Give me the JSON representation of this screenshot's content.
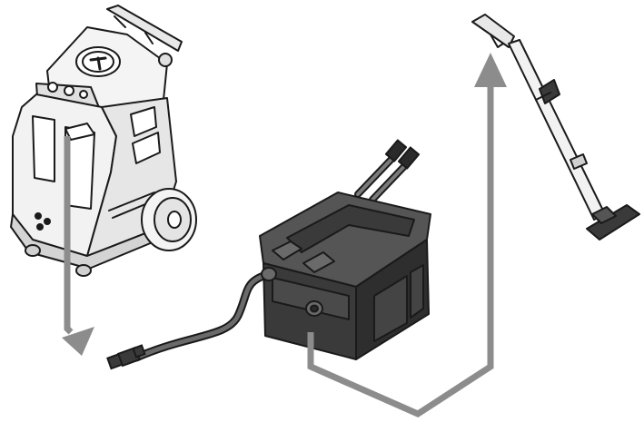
{
  "diagram": {
    "components": [
      {
        "id": "extractor",
        "icon": "carpet-extractor-icon"
      },
      {
        "id": "hose",
        "icon": "solution-hose-icon"
      },
      {
        "id": "heater",
        "icon": "inline-heater-icon"
      },
      {
        "id": "wand",
        "icon": "floor-wand-icon"
      }
    ],
    "flow": [
      "extractor",
      "heater",
      "wand"
    ],
    "colors": {
      "background": "#ffffff",
      "outline": "#1a1a1a",
      "body_light": "#f2f2f2",
      "heater_dark": "#3a3a3a",
      "heater_mid": "#555555",
      "flow_arrow": "#8c8c8c"
    }
  }
}
